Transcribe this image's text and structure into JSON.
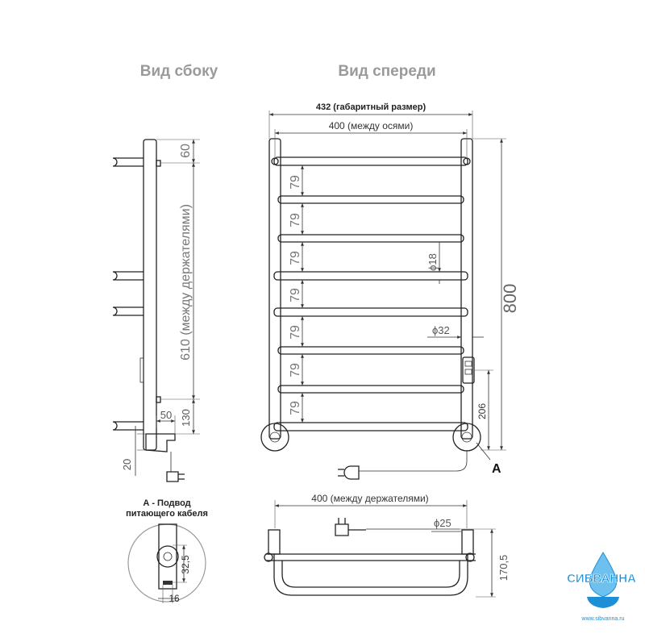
{
  "titles": {
    "side": "Вид сбоку",
    "front": "Вид спереди"
  },
  "front": {
    "overall_width": "432 (габаритный размер)",
    "axis_width": "400 (между осями)",
    "height": "800",
    "spacing": "79",
    "bar_diameter": "ϕ18",
    "tube_diameter": "ϕ32",
    "cable_offset": "206",
    "callout": "A"
  },
  "side": {
    "top": "60",
    "between_holders": "610 (между держателями)",
    "bottom": "130",
    "depth": "50",
    "foot": "20"
  },
  "detail": {
    "title_line1": "А - Подвод",
    "title_line2": "питающего кабеля",
    "height": "32,5",
    "width": "16"
  },
  "top_view": {
    "holders": "400 (между держателями)",
    "tube_diameter": "ϕ25",
    "depth": "170,5"
  },
  "logo": {
    "name": "СИБВАННА",
    "url": "www.sibvanna.ru",
    "color": "#1d8fd6"
  }
}
